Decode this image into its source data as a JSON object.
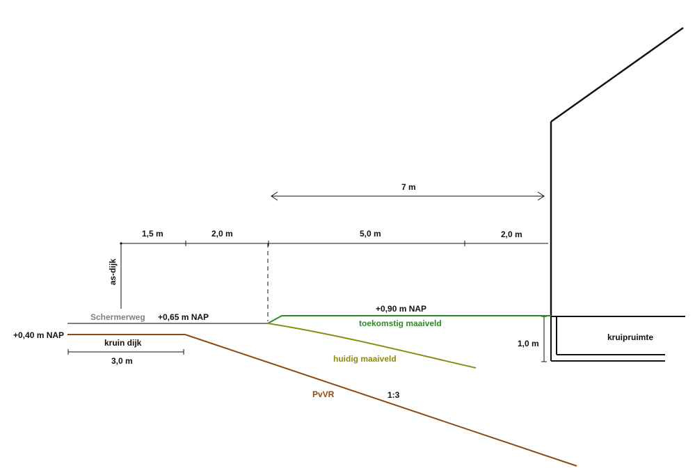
{
  "colors": {
    "background": "#ffffff",
    "line": "#111111",
    "road": "#808080",
    "future_ground": "#2e8b22",
    "current_ground": "#8c8c10",
    "dike": "#8b4a14"
  },
  "labels": {
    "distance_total": "7 m",
    "distance_1": "1,5 m",
    "distance_2": "2,0 m",
    "distance_3": "5,0 m",
    "distance_4": "2,0 m",
    "axis": "as-dijk",
    "road_name": "Schermerweg",
    "road_level": "+0,65 m NAP",
    "dike_level": "+0,40 m NAP",
    "dike_crest": "kruin  dijk",
    "dike_width": "3,0 m",
    "future_level": "+0,90 m NAP",
    "future_ground": "toekomstig maaiveld",
    "current_ground": "huidig maaiveld",
    "zone": "PvVR",
    "slope": "1:3",
    "crawl_height": "1,0 m",
    "crawl_space": "kruipruimte"
  }
}
